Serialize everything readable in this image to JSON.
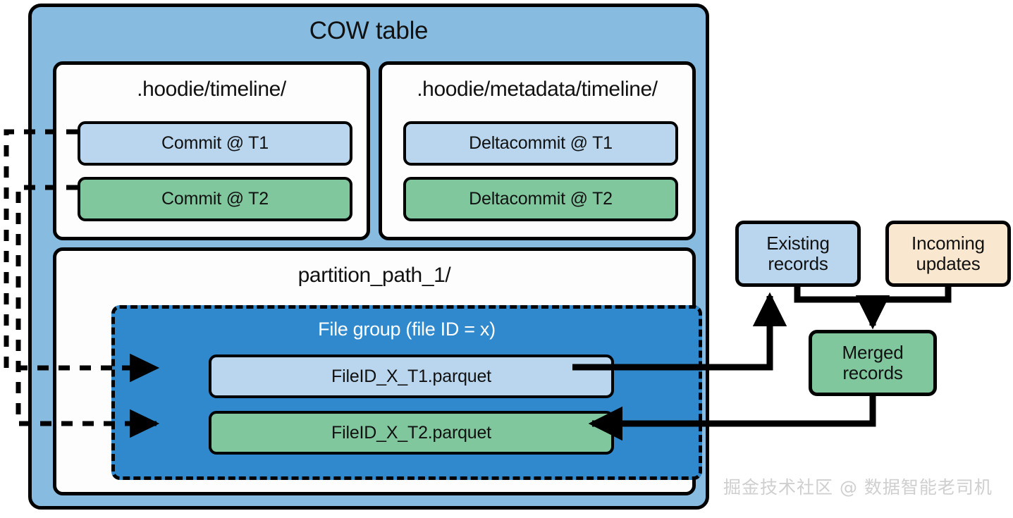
{
  "diagram": {
    "title": "COW table",
    "watermark": "掘金技术社区 @ 数据智能老司机"
  },
  "timeline_panel": {
    "title": ".hoodie/timeline/",
    "entries": [
      {
        "label": "Commit @ T1",
        "color": "#b9d6ee"
      },
      {
        "label": "Commit @ T2",
        "color": "#80c79e"
      }
    ]
  },
  "metadata_panel": {
    "title": ".hoodie/metadata/timeline/",
    "entries": [
      {
        "label": "Deltacommit @ T1",
        "color": "#b9d6ee"
      },
      {
        "label": "Deltacommit @ T2",
        "color": "#80c79e"
      }
    ]
  },
  "partition_panel": {
    "title": "partition_path_1/",
    "file_group": {
      "title": "File group (file ID = x)",
      "files": [
        {
          "label": "FileID_X_T1.parquet",
          "color": "#b9d6ee"
        },
        {
          "label": "FileID_X_T2.parquet",
          "color": "#80c79e"
        }
      ]
    }
  },
  "record_flow": {
    "existing_records": "Existing\nrecords",
    "existing_records_line1": "Existing",
    "existing_records_line2": "records",
    "incoming_updates_line1": "Incoming",
    "incoming_updates_line2": "updates",
    "merged_records_line1": "Merged",
    "merged_records_line2": "records"
  },
  "colors": {
    "cow_table_bg": "#87bbe0",
    "file_group_bg": "#3089cd",
    "blue_pill": "#b9d6ee",
    "green_pill": "#80c79e",
    "peach_pill": "#fae7d0",
    "panel_bg": "#fdfdfd",
    "stroke": "#000000",
    "watermark": "#cfcfcf"
  }
}
